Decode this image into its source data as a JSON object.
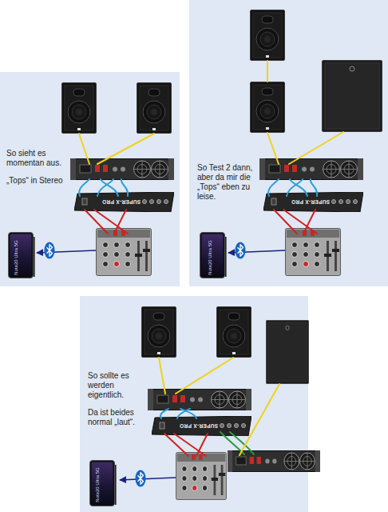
{
  "diagram": {
    "nodes": [
      {
        "text": [
          "So sieht es momentan aus.",
          "„Tops“ in Stereo"
        ]
      },
      {
        "text": [
          "So Test 2 dann, aber da mir die „Tops“ eben zu leise."
        ]
      },
      {
        "text": [
          "So sollte es werden eigentlich.",
          "Da ist beides normal „laut“."
        ]
      }
    ],
    "labels": [
      "SUPER-X PRO",
      "Note20 Ultra 5G",
      "SUPER-X PRO",
      "Note20 Ultra 5G",
      "SUPER-X PRO",
      "Note20 Ultra 5G"
    ]
  }
}
